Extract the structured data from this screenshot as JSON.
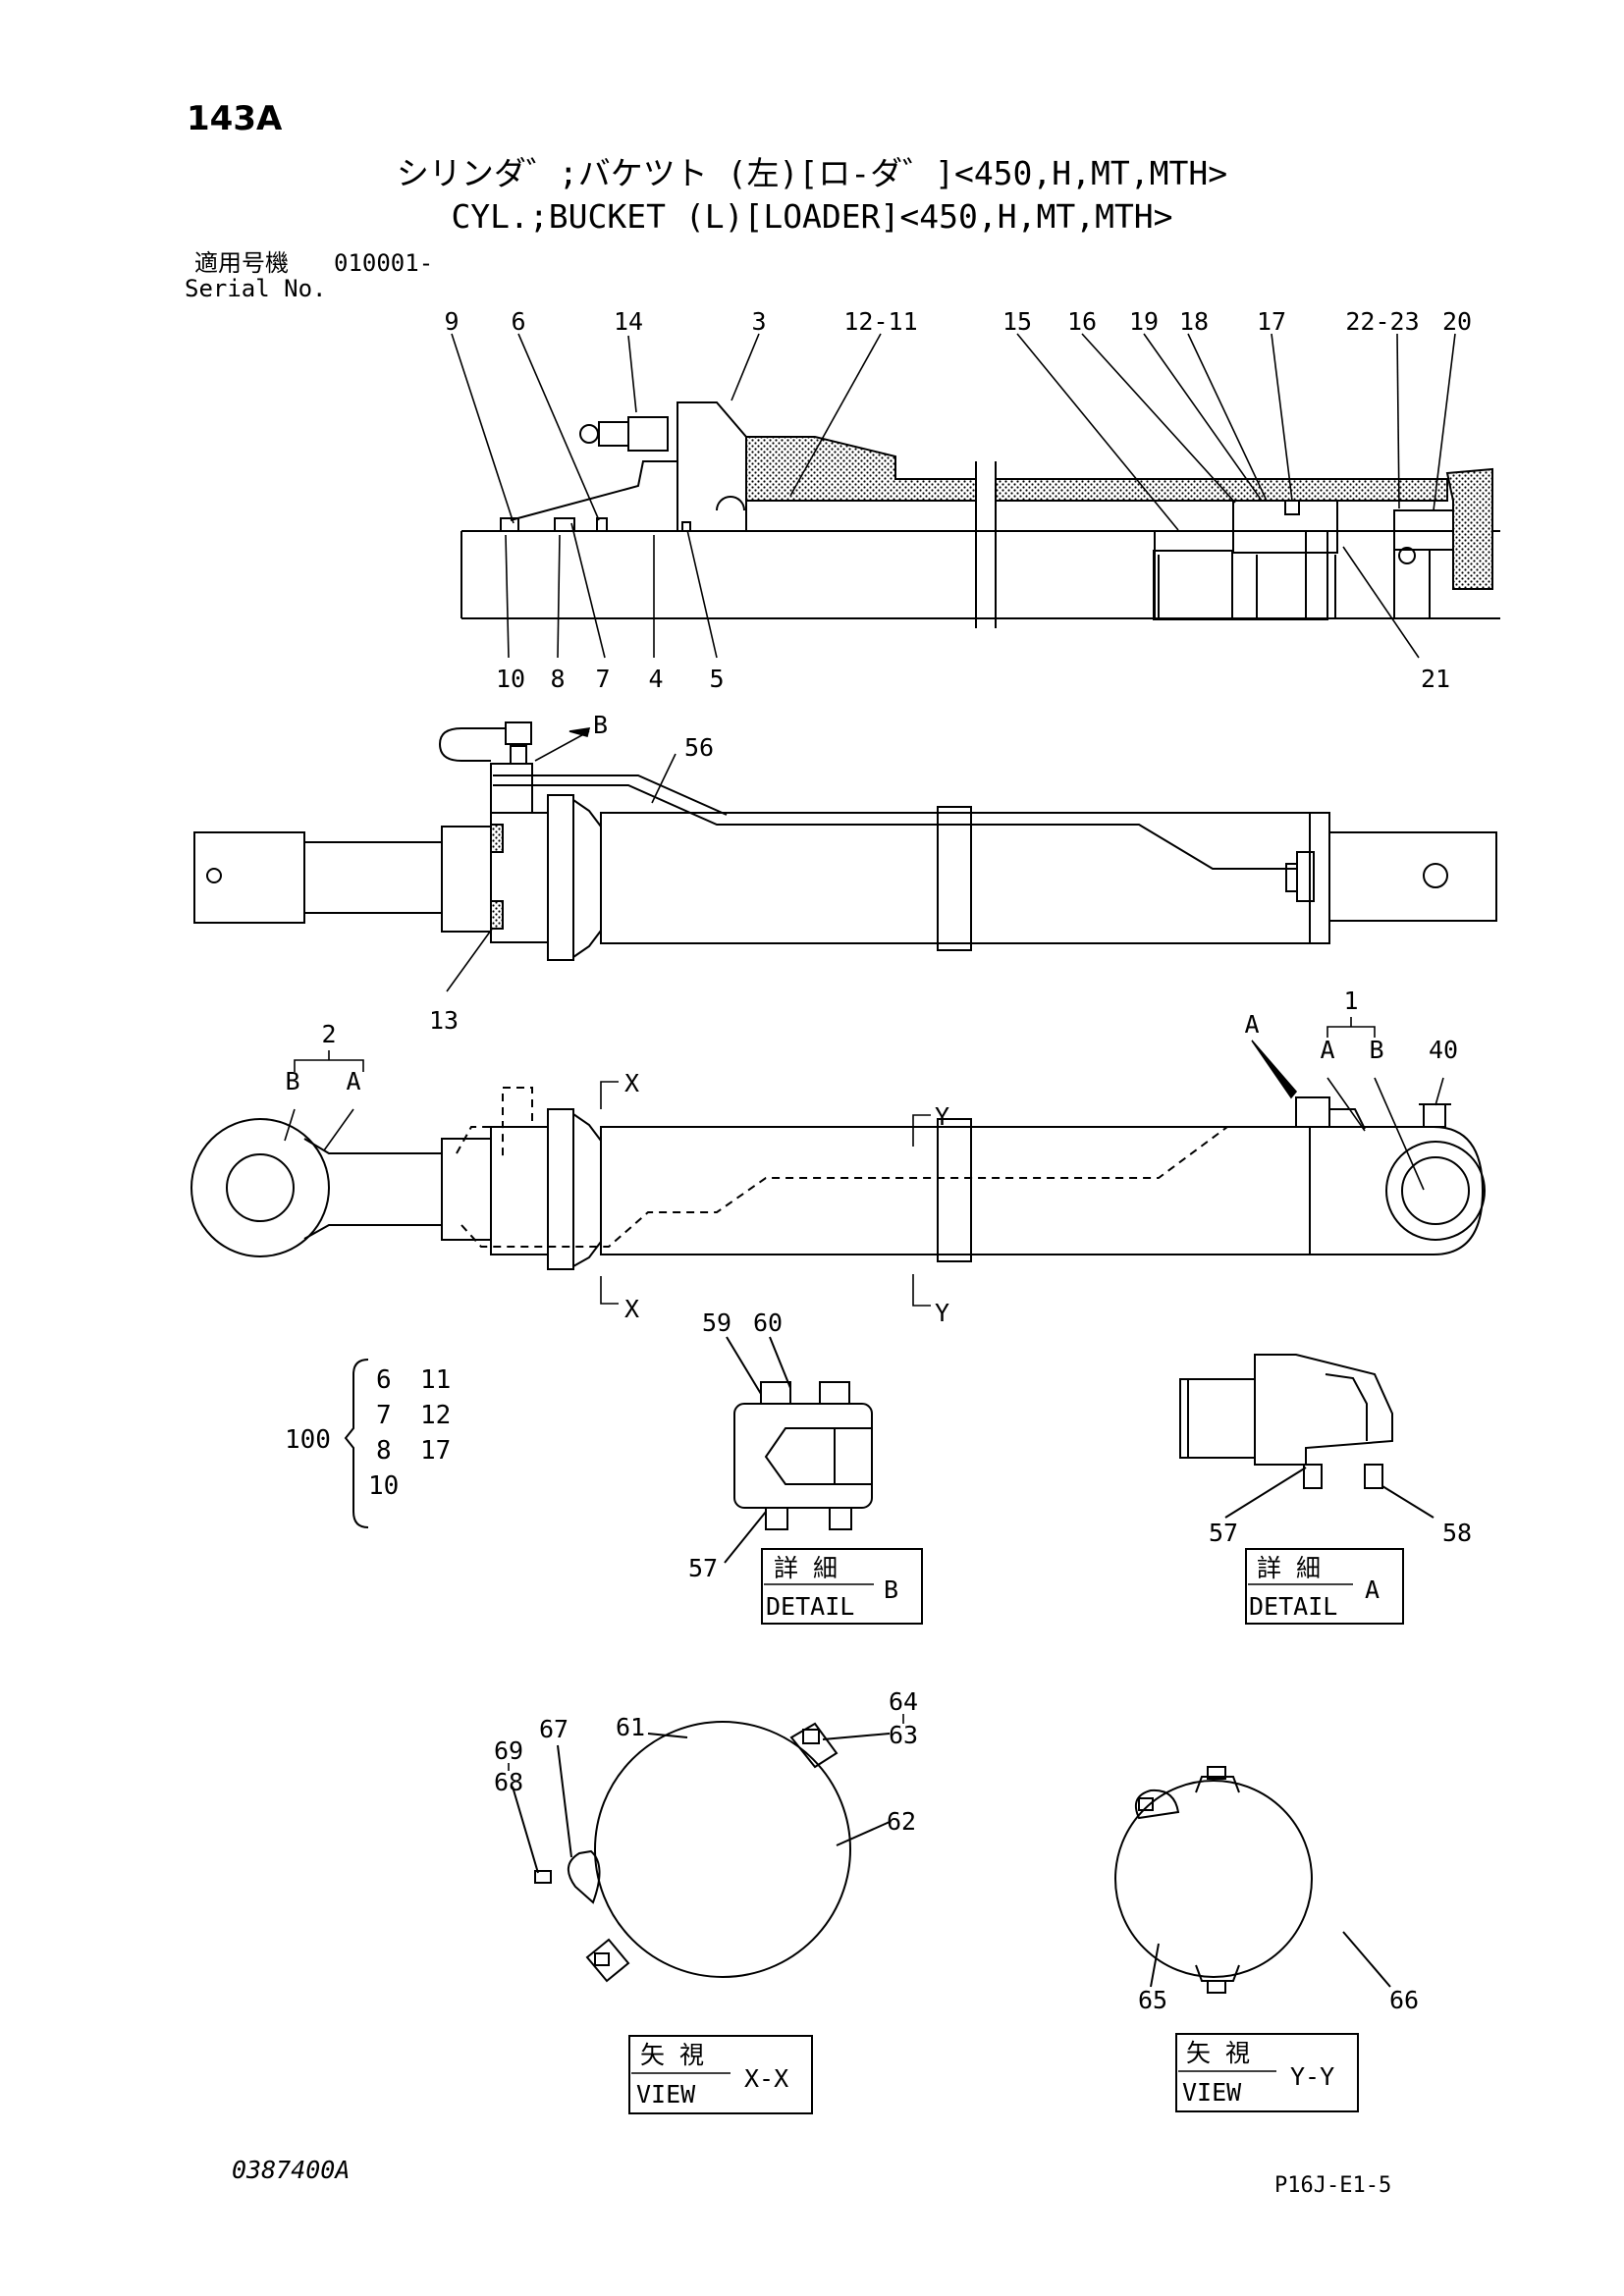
{
  "header": {
    "sheet_no": "143A",
    "title_jp": "シリンダ゛;バケツト (左)[ロ-ダ゛]<450,H,MT,MTH>",
    "title_en": "CYL.;BUCKET (L)[LOADER]<450,H,MT,MTH>",
    "serial_label_jp": "適用号機",
    "serial_value": "010001-",
    "serial_label_en": "Serial No."
  },
  "callouts": {
    "top_section": [
      "9",
      "6",
      "14",
      "3",
      "12-11",
      "15",
      "16",
      "19",
      "18",
      "17",
      "22-23",
      "20",
      "10",
      "8",
      "7",
      "4",
      "5",
      "21"
    ],
    "middle_view": [
      "B",
      "56",
      "13"
    ],
    "bottom_view": [
      "2",
      "B",
      "A",
      "X",
      "Y",
      "1",
      "A",
      "B",
      "A",
      "40",
      "X",
      "Y"
    ]
  },
  "kit": {
    "number": "100",
    "items": [
      "6",
      "11",
      "7",
      "12",
      "8",
      "17",
      "10"
    ]
  },
  "detail_b": {
    "jp": "詳 細",
    "en": "DETAIL",
    "letter": "B",
    "parts": [
      "59",
      "60",
      "57"
    ]
  },
  "detail_a": {
    "jp": "詳 細",
    "en": "DETAIL",
    "letter": "A",
    "parts": [
      "57",
      "58"
    ]
  },
  "view_x": {
    "jp": "矢 視",
    "en": "VIEW",
    "letter": "X-X",
    "parts": [
      "64",
      "63",
      "61",
      "69",
      "68",
      "67",
      "62"
    ]
  },
  "view_y": {
    "jp": "矢 視",
    "en": "VIEW",
    "letter": "Y-Y",
    "parts": [
      "65",
      "66"
    ]
  },
  "footer": {
    "doc_no": "0387400A",
    "page_ref": "P16J-E1-5"
  }
}
